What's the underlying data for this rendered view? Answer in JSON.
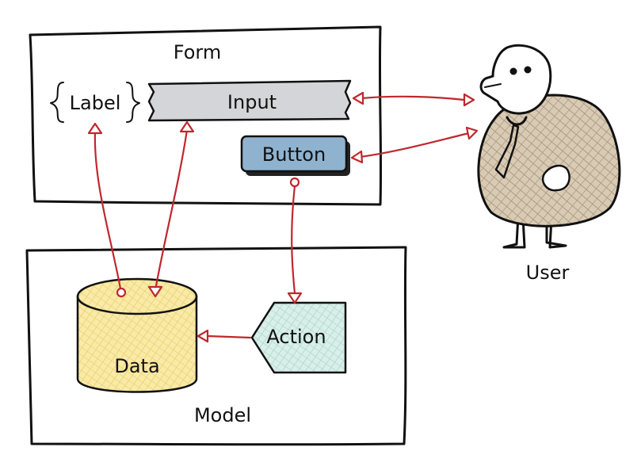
{
  "form": {
    "title": "Form",
    "label": "Label",
    "input": "Input",
    "button": "Button"
  },
  "model": {
    "title": "Model",
    "data": "Data",
    "action": "Action"
  },
  "user": {
    "label": "User"
  },
  "colors": {
    "input_fill": "#d4d5d8",
    "button_fill": "#8fb3cf",
    "data_fill": "#f7e59a",
    "action_fill": "#c9e8df",
    "user_fill": "#c9b8a0",
    "arrow": "#c0272d"
  }
}
